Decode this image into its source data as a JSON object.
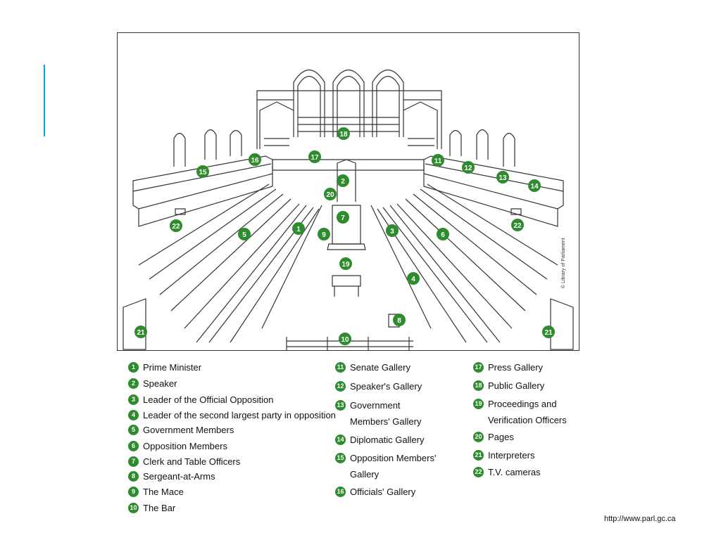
{
  "source_url": "http://www.parl.gc.ca",
  "copyright": "© Library of Parliament",
  "legend": [
    {
      "num": "1",
      "label": "Prime Minister"
    },
    {
      "num": "2",
      "label": "Speaker"
    },
    {
      "num": "3",
      "label": "Leader of the Official Opposition"
    },
    {
      "num": "4",
      "label": "Leader of the second largest party in opposition"
    },
    {
      "num": "5",
      "label": "Government Members"
    },
    {
      "num": "6",
      "label": "Opposition Members"
    },
    {
      "num": "7",
      "label": "Clerk and Table Officers"
    },
    {
      "num": "8",
      "label": "Sergeant-at-Arms"
    },
    {
      "num": "9",
      "label": "The Mace"
    },
    {
      "num": "10",
      "label": "The Bar"
    },
    {
      "num": "11",
      "label": "Senate Gallery"
    },
    {
      "num": "12",
      "label": "Speaker's Gallery"
    },
    {
      "num": "13",
      "label": "Government",
      "label2": "Members' Gallery"
    },
    {
      "num": "14",
      "label": "Diplomatic Gallery"
    },
    {
      "num": "15",
      "label": "Opposition Members'",
      "label2": "Gallery"
    },
    {
      "num": "16",
      "label": "Officials' Gallery"
    },
    {
      "num": "17",
      "label": "Press Gallery"
    },
    {
      "num": "18",
      "label": "Public Gallery"
    },
    {
      "num": "19",
      "label": "Proceedings and",
      "label2": "Verification Officers"
    },
    {
      "num": "20",
      "label": "Pages"
    },
    {
      "num": "21",
      "label": "Interpreters"
    },
    {
      "num": "22",
      "label": "T.V. cameras"
    }
  ],
  "callouts": [
    "1",
    "2",
    "3",
    "4",
    "5",
    "6",
    "7",
    "8",
    "9",
    "10",
    "11",
    "12",
    "13",
    "14",
    "15",
    "16",
    "17",
    "18",
    "19",
    "20",
    "21",
    "21",
    "22",
    "22"
  ]
}
